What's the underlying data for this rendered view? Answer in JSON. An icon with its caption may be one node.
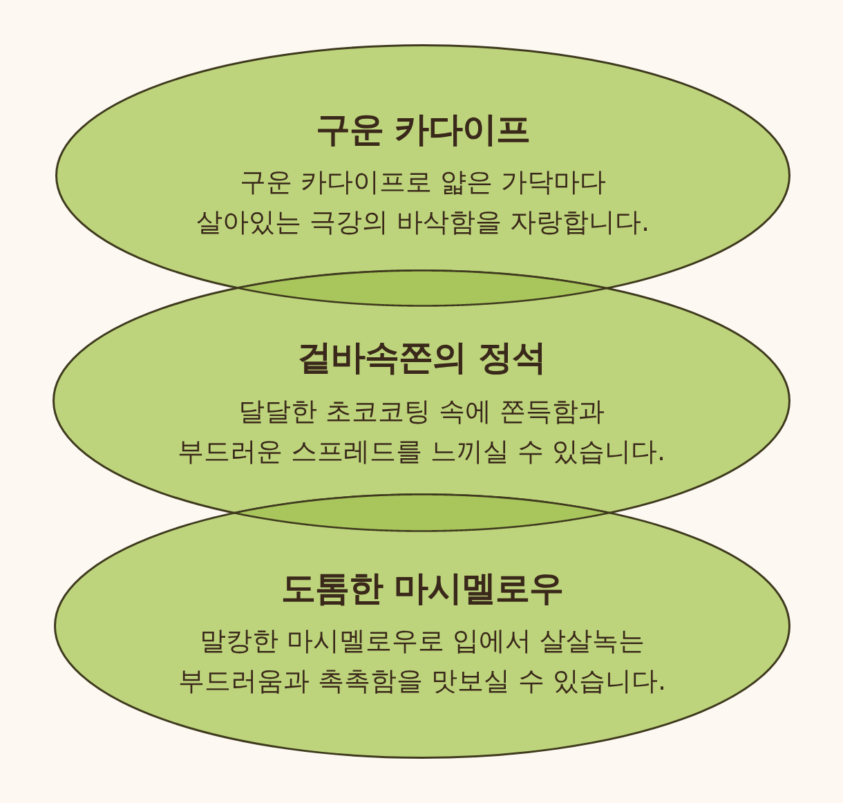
{
  "diagram": {
    "nodes": [
      {
        "text": [
          "구운 카다이프",
          "구운 카다이프로 얇은 가닥마다 살아있는 극강의 바삭함을 자랑합니다."
        ]
      },
      {
        "text": [
          "겉바속쫀의 정석",
          "달달한 초코코팅 속에 쫀득함과 부드러운 스프레드를 느끼실 수 있습니다."
        ]
      },
      {
        "text": [
          "도톰한 마시멜로우",
          "말캉한 마시멜로우로 입에서 살살녹는 부드러움과 촉촉함을 맛보실 수 있습니다."
        ]
      }
    ]
  }
}
